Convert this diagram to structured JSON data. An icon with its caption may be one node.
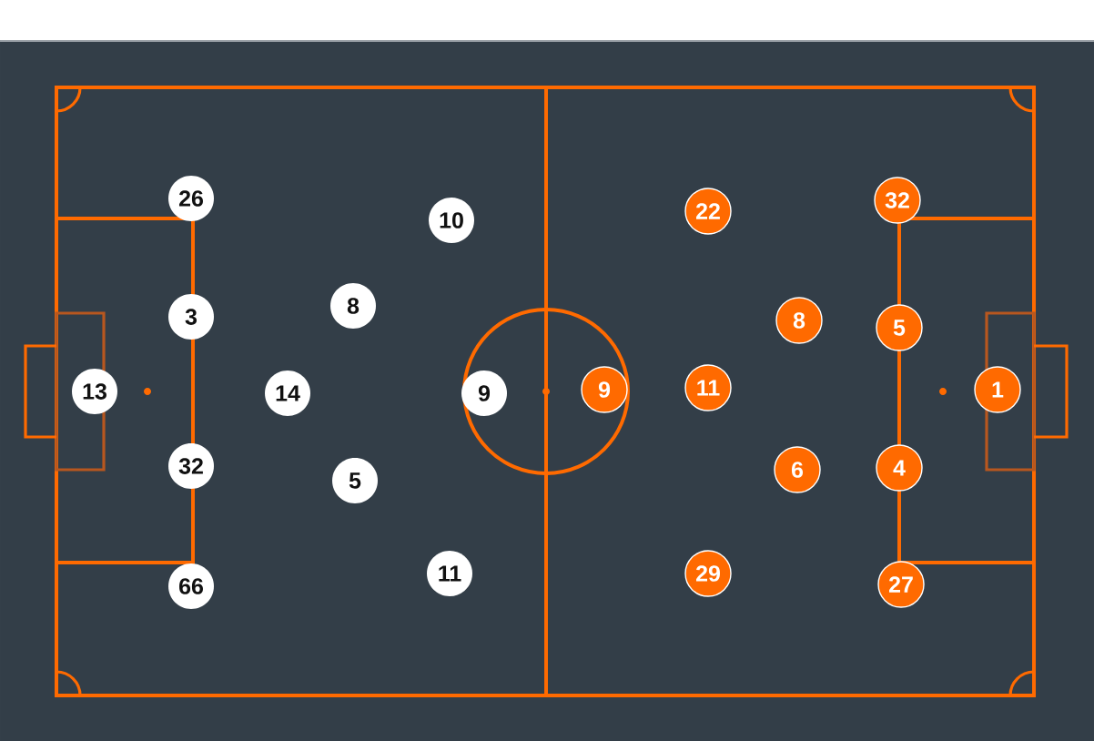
{
  "diagram": {
    "nodes": [
      {
        "text": [
          "26"
        ]
      },
      {
        "text": [
          "10"
        ]
      },
      {
        "text": [
          "8"
        ]
      },
      {
        "text": [
          "3"
        ]
      },
      {
        "text": [
          "13"
        ]
      },
      {
        "text": [
          "14"
        ]
      },
      {
        "text": [
          "9"
        ]
      },
      {
        "text": [
          "32"
        ]
      },
      {
        "text": [
          "5"
        ]
      },
      {
        "text": [
          "11"
        ]
      },
      {
        "text": [
          "66"
        ]
      },
      {
        "text": [
          "32"
        ]
      },
      {
        "text": [
          "22"
        ]
      },
      {
        "text": [
          "8"
        ]
      },
      {
        "text": [
          "5"
        ]
      },
      {
        "text": [
          "9"
        ]
      },
      {
        "text": [
          "11"
        ]
      },
      {
        "text": [
          "1"
        ]
      },
      {
        "text": [
          "4"
        ]
      },
      {
        "text": [
          "6"
        ]
      },
      {
        "text": [
          "29"
        ]
      },
      {
        "text": [
          "27"
        ]
      }
    ]
  }
}
